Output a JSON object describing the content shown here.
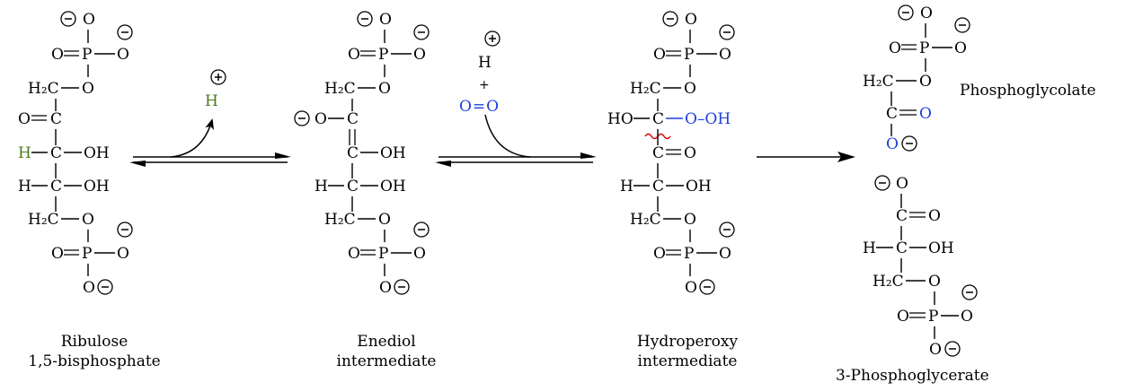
{
  "colors": {
    "ink": "#000000",
    "green": "#4a7a1c",
    "blue": "#1f3fe0",
    "red": "#e00000"
  },
  "atoms": {
    "O": "O",
    "P": "P",
    "C": "C",
    "H": "H",
    "H2C": "H₂C",
    "OH": "OH",
    "HO": "HO",
    "OOH": "O–OH",
    "minus": "−",
    "plus": "+",
    "equals": "="
  },
  "captions": {
    "ribulose": [
      "Ribulose",
      "1,5-bisphosphate"
    ],
    "enediol": [
      "Enediol",
      "intermediate"
    ],
    "hydroperoxy": [
      "Hydroperoxy",
      "intermediate"
    ],
    "phosphoglycolate": "Phosphoglycolate",
    "phosphoglycerate": "3-Phosphoglycerate"
  },
  "reagents": {
    "proton": "H",
    "plus_sign": "+",
    "oxygen": "O=O"
  }
}
